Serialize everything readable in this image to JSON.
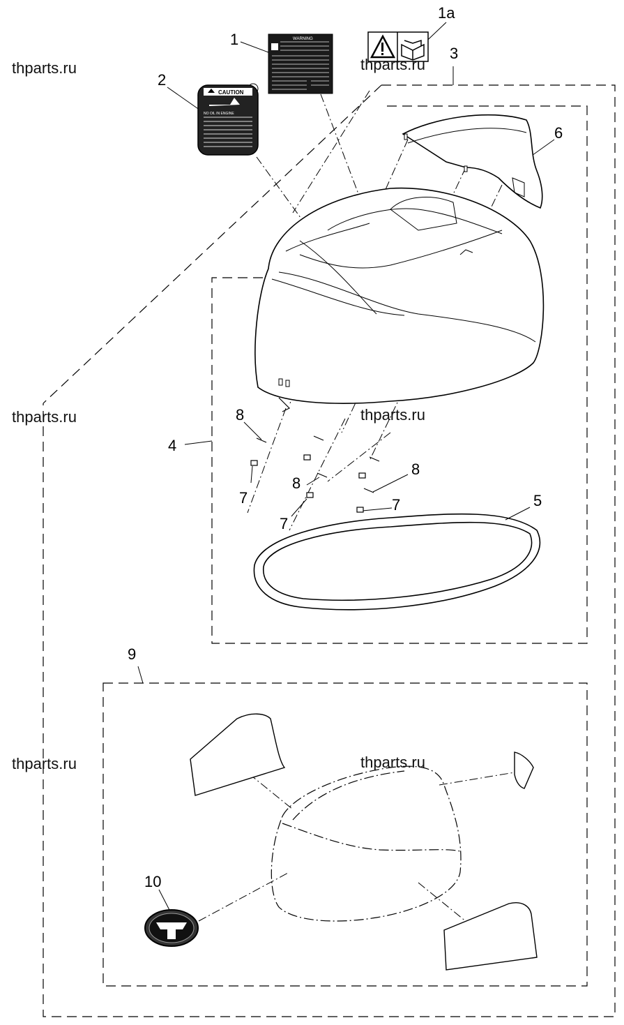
{
  "watermark": "thparts.ru",
  "callouts": {
    "c1": "1",
    "c1a": "1a",
    "c2": "2",
    "c3": "3",
    "c4": "4",
    "c5": "5",
    "c6": "6",
    "c7a": "7",
    "c7b": "7",
    "c7c": "7",
    "c8a": "8",
    "c8b": "8",
    "c8c": "8",
    "c9": "9",
    "c10": "10"
  },
  "labels": {
    "warning_title": "WARNING",
    "caution_title": "CAUTION",
    "caution_line1": "NO OIL IN ENGINE"
  },
  "icons": {
    "warning_triangle": "warning-triangle-icon",
    "manual_book": "owners-manual-icon",
    "brand_emblem": "brand-emblem-icon"
  }
}
